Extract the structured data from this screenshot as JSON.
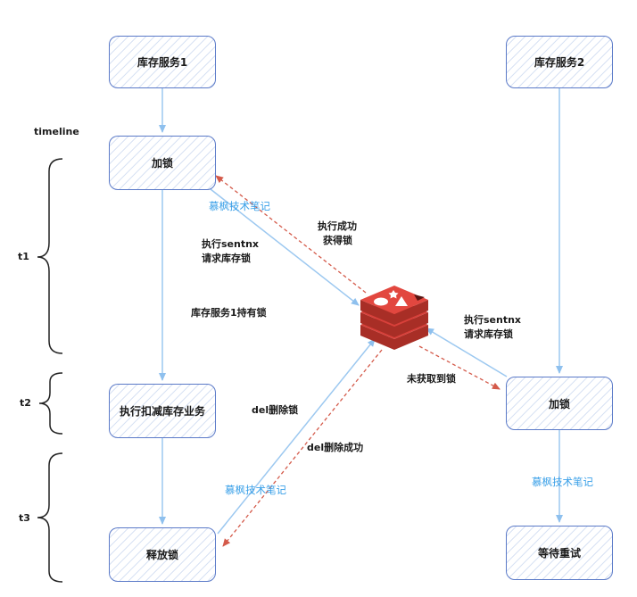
{
  "nodes": {
    "inv1": "库存服务1",
    "inv2": "库存服务2",
    "lock1": "加锁",
    "deduct": "执行扣减库存业务",
    "release": "释放锁",
    "lock2": "加锁",
    "retry": "等待重试"
  },
  "labels": {
    "timeline": "timeline",
    "t1": "t1",
    "t2": "t2",
    "t3": "t3",
    "watermark": "慕枫技术笔记",
    "exec_success": "执行成功",
    "got_lock": "获得锁",
    "exec_setnx": "执行sentnx",
    "request_lock": "请求库存锁",
    "holds_lock": "库存服务1持有锁",
    "not_acquired": "未获取到锁",
    "del_lock": "del删除锁",
    "del_success": "del删除成功"
  },
  "colors": {
    "flow": "#9cc8f0",
    "dashed": "#d45a4a",
    "box_border": "#5b7ac8",
    "watermark": "#3aa0e8",
    "redis": "#d8403a"
  }
}
